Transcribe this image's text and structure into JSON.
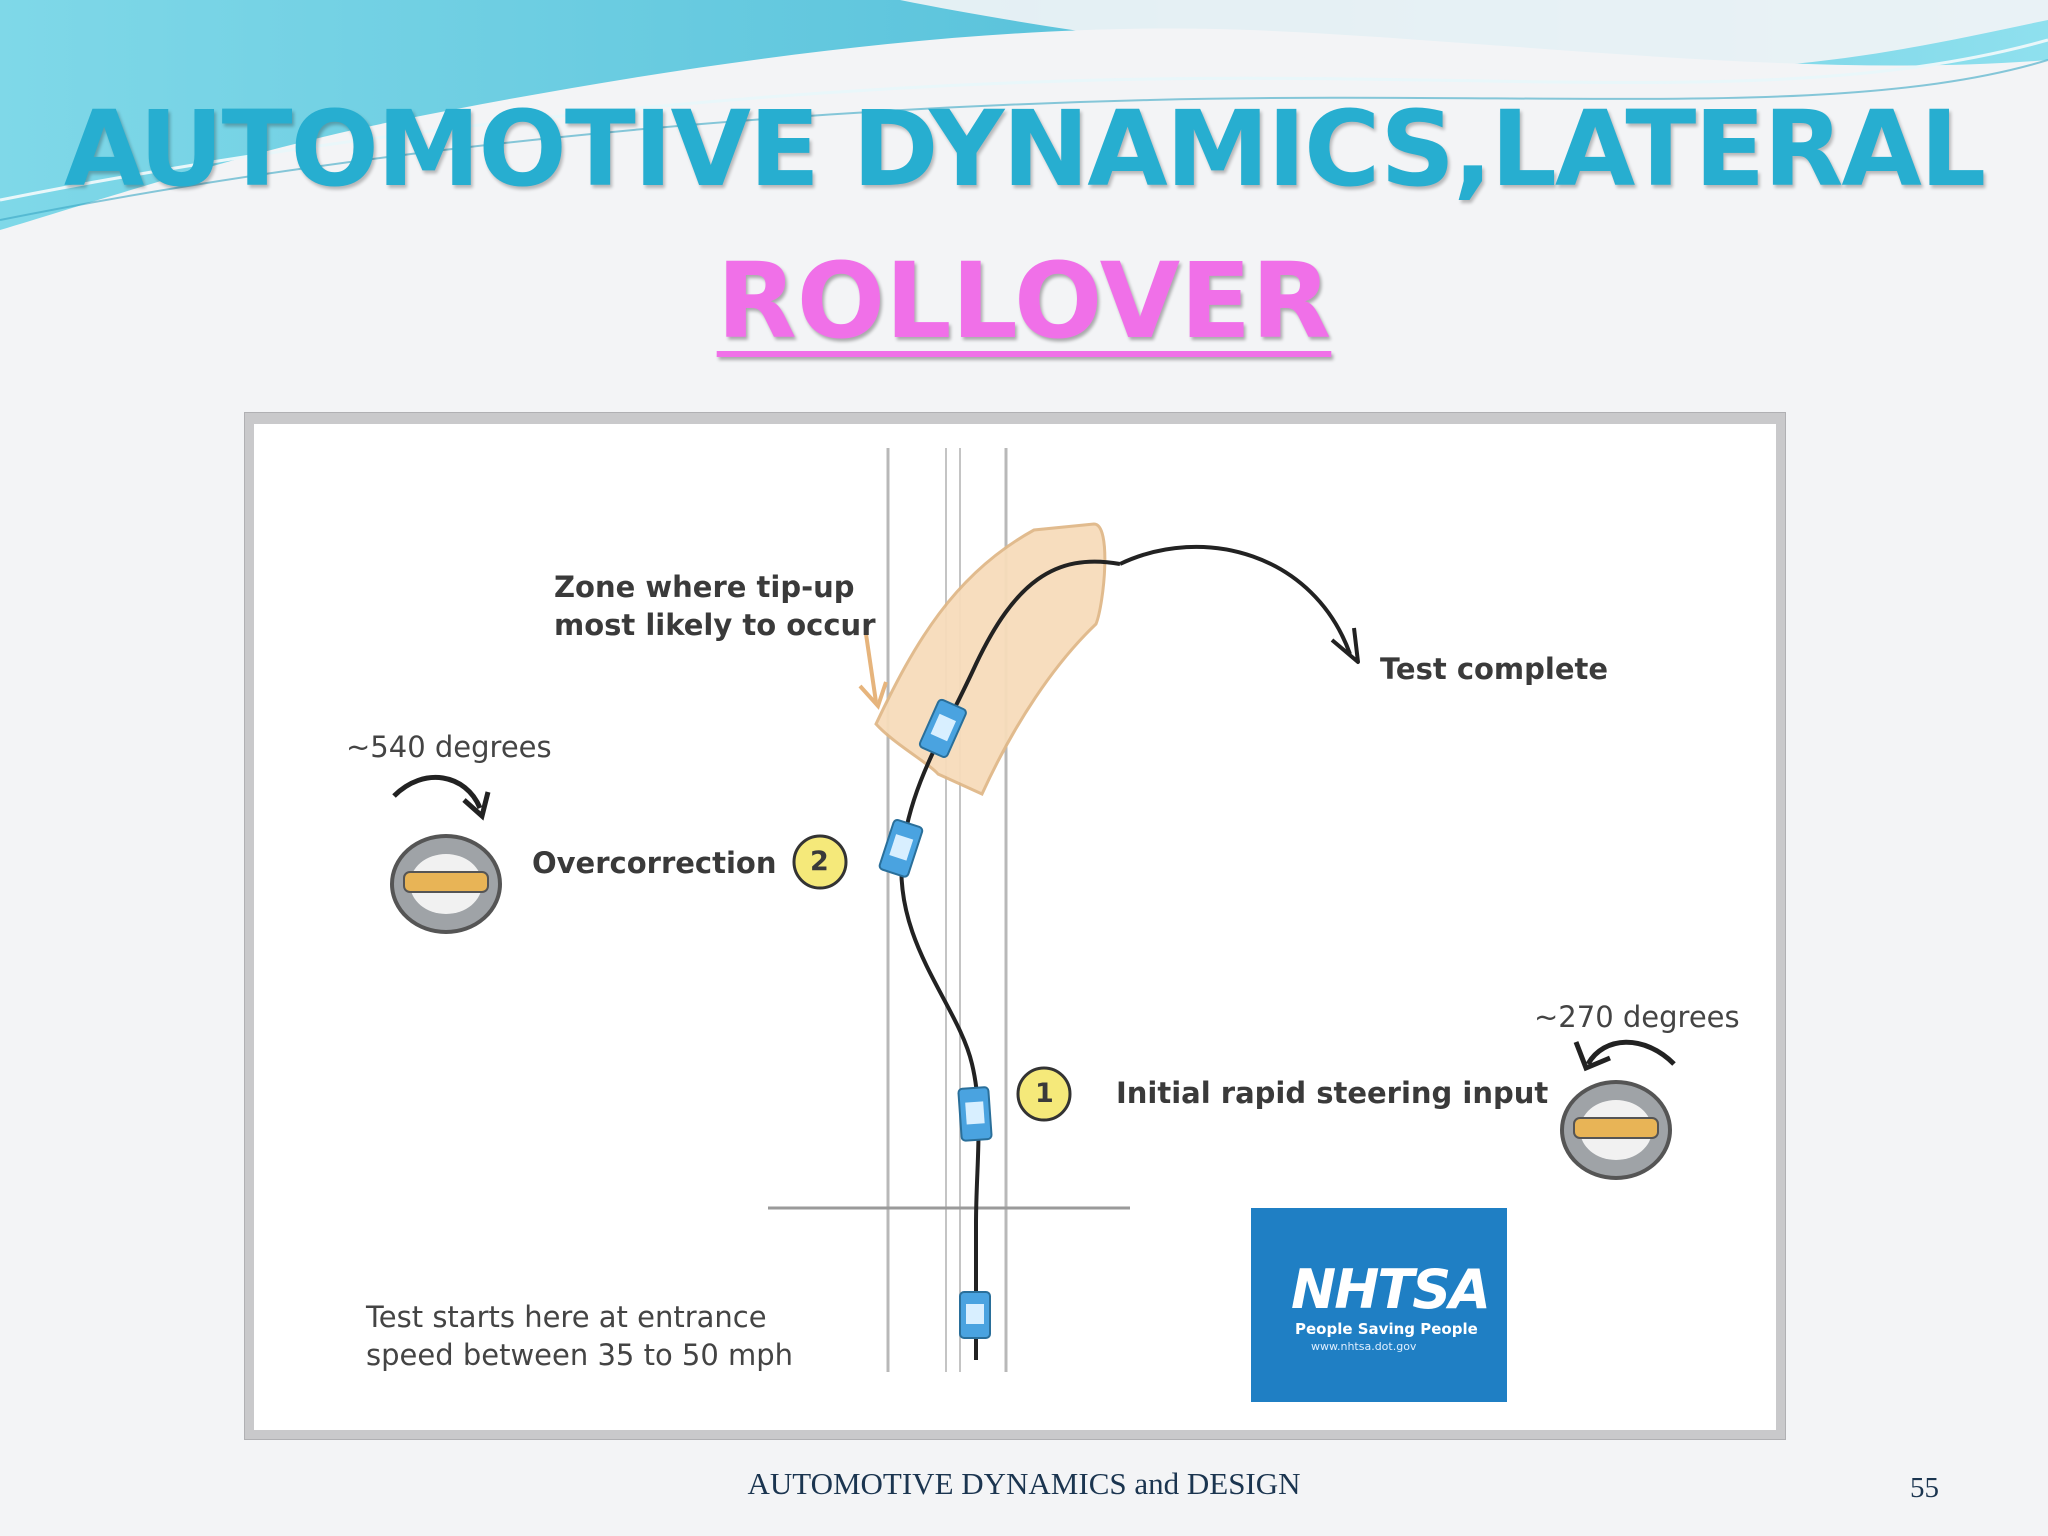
{
  "slide": {
    "title_line1": "AUTOMOTIVE DYNAMICS,LATERAL",
    "title_line2": "ROLLOVER",
    "footer": "AUTOMOTIVE DYNAMICS and DESIGN",
    "page_number": "55"
  },
  "diagram": {
    "zone_label_1": "Zone where tip-up",
    "zone_label_2": "most likely to occur",
    "test_complete": "Test complete",
    "left_angle": "~540 degrees",
    "overcorrection": "Overcorrection",
    "marker_2": "2",
    "right_angle": "~270 degrees",
    "marker_1": "1",
    "initial_input": "Initial rapid steering input",
    "start_line_1": "Test starts here at entrance",
    "start_line_2": "speed between 35 to 50 mph",
    "logo": {
      "name": "NHTSA",
      "tagline": "People Saving People",
      "url": "www.nhtsa.dot.gov"
    }
  },
  "colors": {
    "title": "#27aed0",
    "subtitle": "#f070e8",
    "zone": "#f7dcbb",
    "marker": "#f5e97a",
    "logo_bg": "#1f7fc4"
  }
}
